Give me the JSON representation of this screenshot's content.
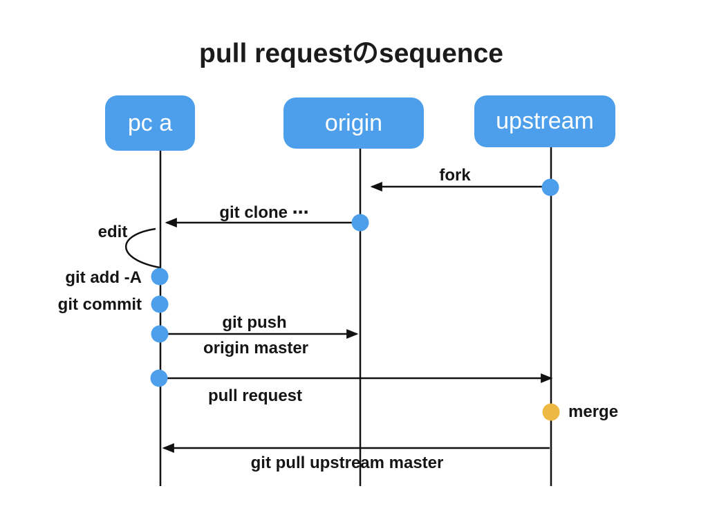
{
  "title": "pull requestのsequence",
  "actors": [
    {
      "id": "pc-a",
      "label": "pc a"
    },
    {
      "id": "origin",
      "label": "origin"
    },
    {
      "id": "upstream",
      "label": "upstream"
    }
  ],
  "messages": [
    {
      "id": "fork",
      "label": "fork",
      "from": "upstream",
      "to": "origin",
      "type": "arrow"
    },
    {
      "id": "git-clone",
      "label": "git clone ⋯",
      "from": "origin",
      "to": "pc a",
      "type": "arrow"
    },
    {
      "id": "edit",
      "label": "edit",
      "actor": "pc a",
      "type": "self-loop"
    },
    {
      "id": "git-add",
      "label": "git add -A",
      "actor": "pc a",
      "type": "event"
    },
    {
      "id": "git-commit",
      "label": "git commit",
      "actor": "pc a",
      "type": "event"
    },
    {
      "id": "git-push",
      "label": "git push",
      "sublabel": "origin master",
      "from": "pc a",
      "to": "origin",
      "type": "arrow"
    },
    {
      "id": "pull-request",
      "label": "pull request",
      "from": "pc a",
      "to": "upstream",
      "type": "arrow"
    },
    {
      "id": "merge",
      "label": "merge",
      "actor": "upstream",
      "type": "event"
    },
    {
      "id": "git-pull",
      "label": "git pull upstream master",
      "from": "upstream",
      "to": "pc a",
      "type": "arrow"
    }
  ],
  "colors": {
    "actor_fill": "#4d9feb",
    "actor_text": "#ffffff",
    "dot_blue": "#4d9feb",
    "dot_merge": "#edb944",
    "line": "#111111",
    "background": "#ffffff"
  }
}
